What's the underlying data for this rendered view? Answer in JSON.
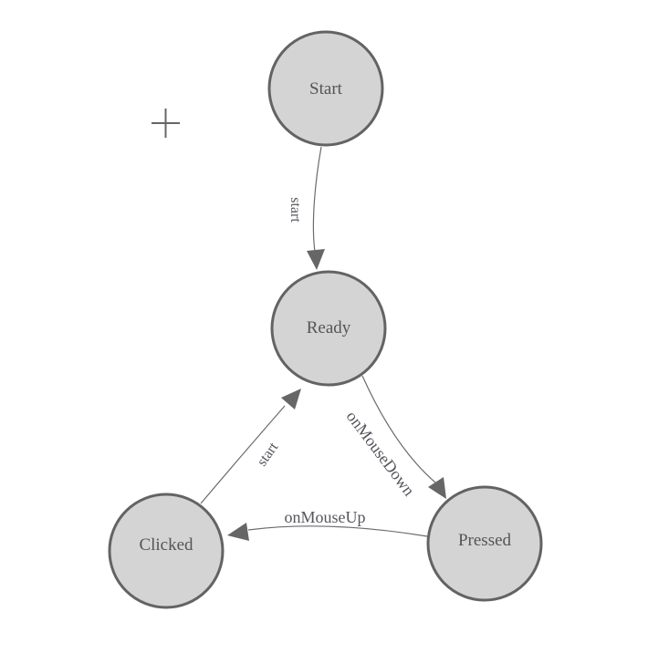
{
  "diagram": {
    "background_color": "#ffffff",
    "node_fill_color": "#d4d4d4",
    "node_stroke_color": "#636363",
    "edge_color": "#6b6b6b",
    "arrow_color": "#666666",
    "label_color": "#555555",
    "nodes": [
      {
        "id": "start",
        "label": "Start"
      },
      {
        "id": "ready",
        "label": "Ready"
      },
      {
        "id": "clicked",
        "label": "Clicked"
      },
      {
        "id": "pressed",
        "label": "Pressed"
      }
    ],
    "edges": [
      {
        "from": "Start",
        "to": "Ready",
        "label": "start"
      },
      {
        "from": "Ready",
        "to": "Pressed",
        "label": "onMouseDown"
      },
      {
        "from": "Pressed",
        "to": "Clicked",
        "label": "onMouseUp"
      },
      {
        "from": "Clicked",
        "to": "Ready",
        "label": "start"
      }
    ],
    "cursor": {
      "icon": "crosshair-plus"
    }
  }
}
